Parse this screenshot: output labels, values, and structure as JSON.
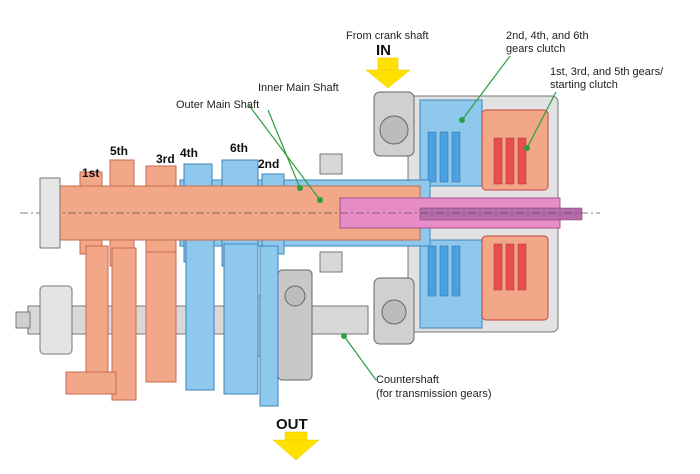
{
  "labels": {
    "crank": "From crank shaft",
    "in": "IN",
    "out": "OUT",
    "clutch_even": [
      "2nd, 4th, and 6th",
      "gears clutch"
    ],
    "clutch_odd": [
      "1st, 3rd, and 5th gears/",
      "starting clutch"
    ],
    "inner_shaft": "Inner Main Shaft",
    "outer_shaft": "Outer Main Shaft",
    "countershaft": [
      "Countershaft",
      "(for transmission gears)"
    ]
  },
  "gears": {
    "g1": "1st",
    "g5": "5th",
    "g3": "3rd",
    "g4": "4th",
    "g6": "6th",
    "g2": "2nd"
  },
  "colors": {
    "odd_gears": "#f2a888",
    "odd_clutch": "#e85050",
    "even_gears": "#8ec8ec",
    "even_clutch": "#4aa0e0",
    "inner_shaft_core": "#e78cc6",
    "housing": "#d8d8d8",
    "arrow": "#ffe100",
    "leader_line": "#2e9e3e"
  }
}
